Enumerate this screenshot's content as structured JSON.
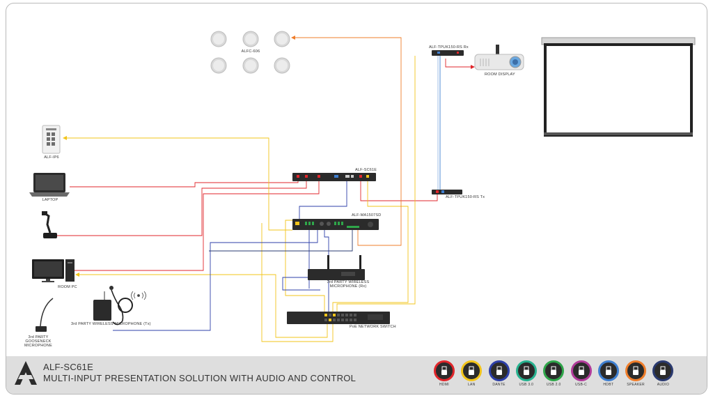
{
  "footer": {
    "title_line1": "ALF-SC61E",
    "title_line2": "MULTI-INPUT PRESENTATION SOLUTION WITH AUDIO AND CONTROL"
  },
  "labels": {
    "speakers": "ALFC-606",
    "receiver": "ALF-TPUK150-RS Rx",
    "room_display": "ROOM DISPLAY",
    "keypad": "ALF-IP6",
    "laptop": "LAPTOP",
    "switcher": "ALF-SC61E",
    "transmitter": "ALF-TPUK150-RS Tx",
    "amplifier": "ALF-MA1507SD",
    "room_pc": "ROOM PC",
    "wireless_rx_l1": "3rd PARTY WIRELESS",
    "wireless_rx_l2": "MICROPHONE (Rx)",
    "wireless_tx": "3rd PARTY WIRELESS MICROPHONE (Tx)",
    "gooseneck_l1": "3rd PARTY",
    "gooseneck_l2": "GOOSENECK",
    "gooseneck_l3": "MICROPHONE",
    "poe_switch": "PoE NETWORK SWITCH"
  },
  "legend": [
    {
      "label": "HDMI",
      "color": "#e0262b",
      "icon": "hdmi-icon"
    },
    {
      "label": "LAN",
      "color": "#f2c41a",
      "icon": "lan-icon"
    },
    {
      "label": "DANTE",
      "color": "#2d3fa8",
      "icon": "dante-icon"
    },
    {
      "label": "USB 3.0",
      "color": "#27b28f",
      "icon": "usb3-icon"
    },
    {
      "label": "USB 2.0",
      "color": "#2fa64a",
      "icon": "usb2-icon"
    },
    {
      "label": "USB-C",
      "color": "#b13b9a",
      "icon": "usbc-icon"
    },
    {
      "label": "HDBT",
      "color": "#3f7fd0",
      "icon": "hdbt-icon"
    },
    {
      "label": "SPEAKER",
      "color": "#ef7d2a",
      "icon": "speaker-icon"
    },
    {
      "label": "AUDIO",
      "color": "#2a3a70",
      "icon": "audio-icon"
    }
  ],
  "colors": {
    "hdmi": "#e0262b",
    "lan": "#f2c41a",
    "dante": "#2d3fa8",
    "hdbt": "#3f7fd0",
    "speaker": "#ef7d2a",
    "audio": "#2a3a70"
  }
}
